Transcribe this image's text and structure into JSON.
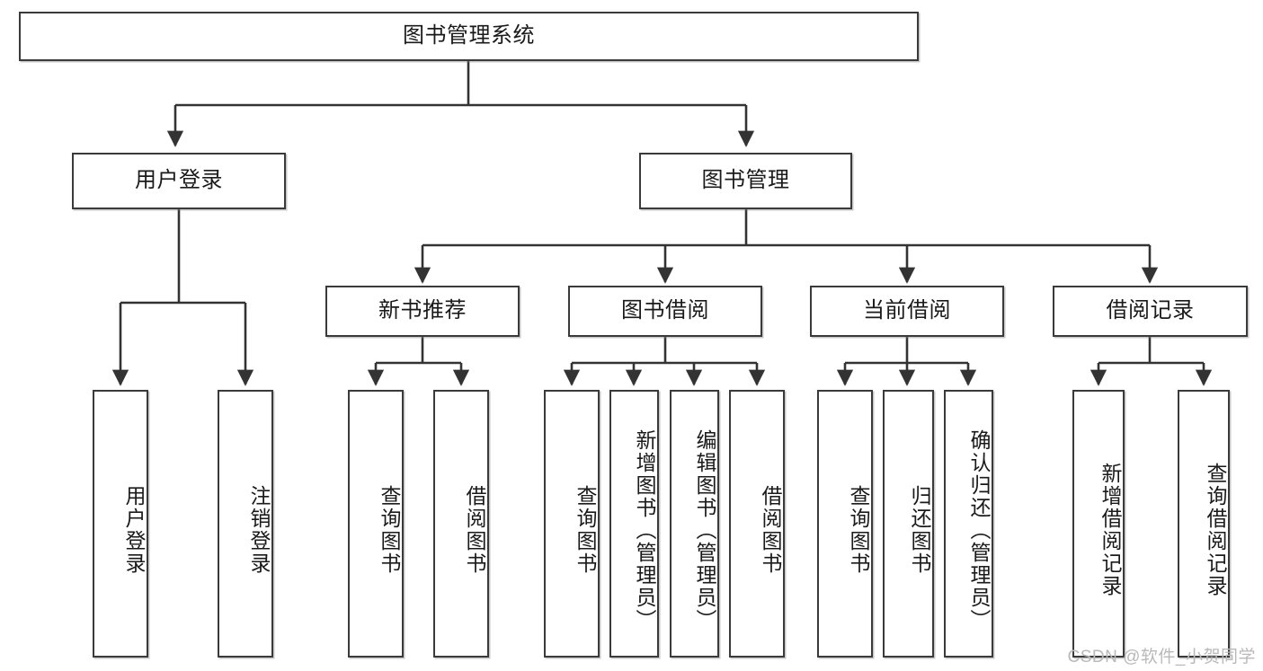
{
  "diagram": {
    "title": "图书管理系统",
    "type": "tree-hierarchy-diagram",
    "colors": {
      "box_border": "#3a3a3a",
      "box_fill": "#ffffff",
      "connector": "#333333",
      "text": "#1a1a1a",
      "watermark": "#b9b9b9"
    },
    "root": {
      "label": "图书管理系统"
    },
    "level2": [
      {
        "label": "用户登录"
      },
      {
        "label": "图书管理"
      }
    ],
    "level3": [
      {
        "label": "新书推荐"
      },
      {
        "label": "图书借阅"
      },
      {
        "label": "当前借阅"
      },
      {
        "label": "借阅记录"
      }
    ],
    "leaves": {
      "user_login": [
        {
          "label": "用户登录"
        },
        {
          "label": "注销登录"
        }
      ],
      "new_book_recommend": [
        {
          "label": "查询图书"
        },
        {
          "label": "借阅图书"
        }
      ],
      "book_borrow": [
        {
          "label": "查询图书"
        },
        {
          "label": "新增图书（管理员）"
        },
        {
          "label": "编辑图书（管理员）"
        },
        {
          "label": "借阅图书"
        }
      ],
      "current_borrow": [
        {
          "label": "查询图书"
        },
        {
          "label": "归还图书"
        },
        {
          "label": "确认归还（管理员）"
        }
      ],
      "borrow_records": [
        {
          "label": "新增借阅记录"
        },
        {
          "label": "查询借阅记录"
        }
      ]
    },
    "watermark": "CSDN @软件_小贺同学"
  }
}
